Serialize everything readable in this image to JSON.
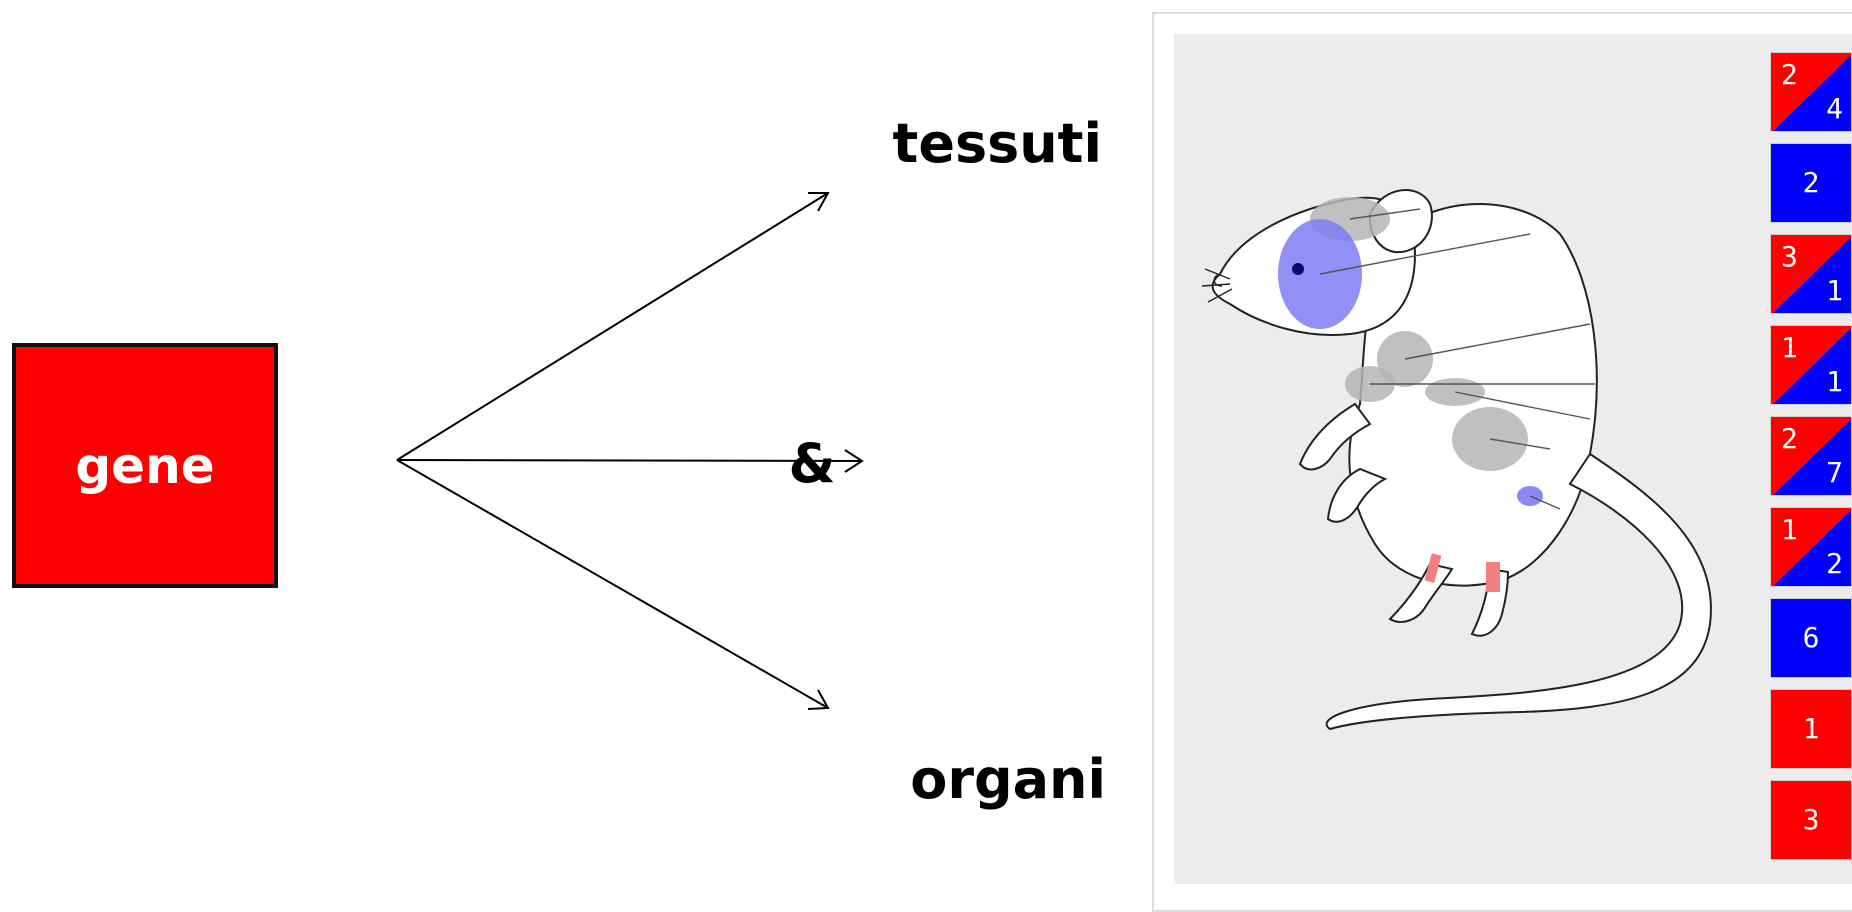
{
  "diagram": {
    "gene_label": "gene",
    "targets": [
      "tessuti",
      "&",
      "organi"
    ]
  },
  "colors": {
    "gene_box": "#ff0000",
    "badge_red": "#ff0000",
    "badge_blue": "#0000ff",
    "expression_blue": "#7c7cf5",
    "expression_gray": "#b5b5b5",
    "expression_red": "#f08080"
  },
  "badges": [
    {
      "kind": "split",
      "top": "2",
      "bottom": "4"
    },
    {
      "kind": "blue",
      "value": "2"
    },
    {
      "kind": "split",
      "top": "3",
      "bottom": "1"
    },
    {
      "kind": "split",
      "top": "1",
      "bottom": "1"
    },
    {
      "kind": "split",
      "top": "2",
      "bottom": "7"
    },
    {
      "kind": "split",
      "top": "1",
      "bottom": "2"
    },
    {
      "kind": "blue",
      "value": "6"
    },
    {
      "kind": "red",
      "value": "1"
    },
    {
      "kind": "red",
      "value": "3"
    }
  ]
}
